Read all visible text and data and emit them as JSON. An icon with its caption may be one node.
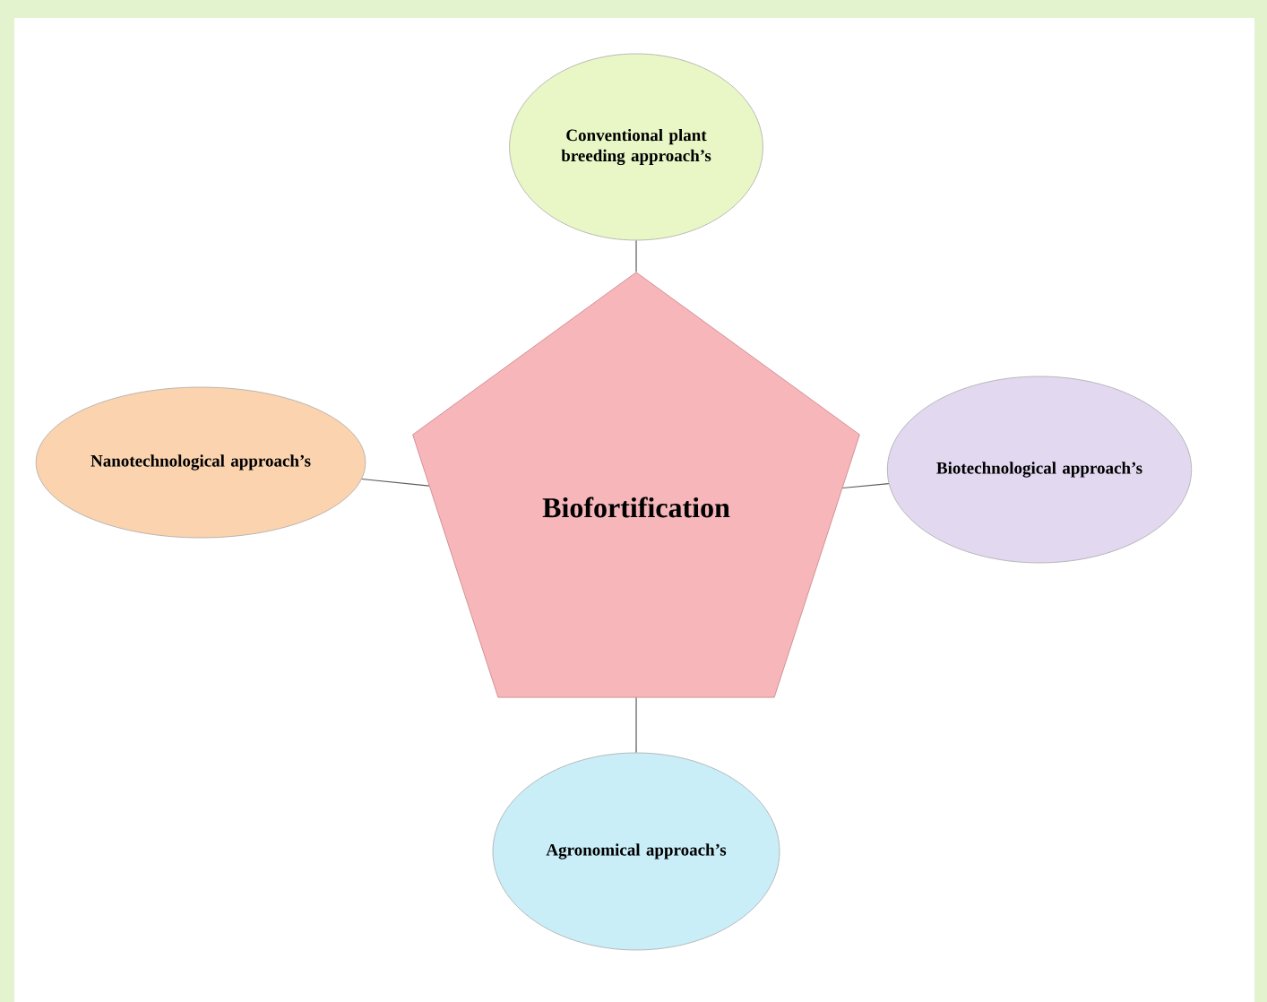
{
  "diagram": {
    "nodes": [
      {
        "text": [
          "Biofortification"
        ]
      },
      {
        "text": [
          "Conventional plant breeding approach’s"
        ]
      },
      {
        "text": [
          "Nanotechnological approach’s"
        ]
      },
      {
        "text": [
          "Biotechnological approach’s"
        ]
      },
      {
        "text": [
          "Agronomical approach’s"
        ]
      }
    ],
    "edges": [
      {
        "from": 0,
        "to": 1,
        "arrow": "none"
      },
      {
        "from": 0,
        "to": 2,
        "arrow": "none"
      },
      {
        "from": 0,
        "to": 3,
        "arrow": "none"
      },
      {
        "from": 0,
        "to": 4,
        "arrow": "none"
      }
    ]
  }
}
